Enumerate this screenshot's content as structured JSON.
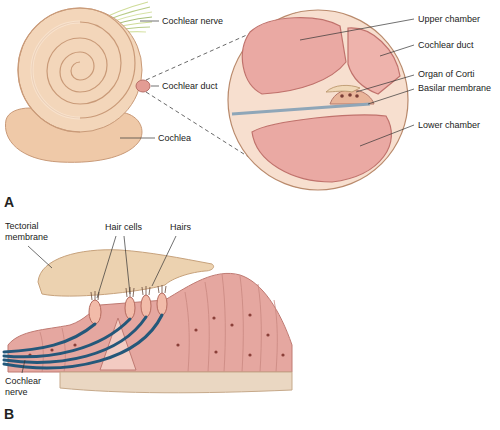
{
  "diagram": {
    "labels": [
      "Cochlear nerve",
      "Cochlear duct",
      "Cochlea",
      "Upper chamber",
      "Cochlear duct",
      "Organ of Corti",
      "Basilar membrane",
      "Lower chamber",
      "A",
      "Tectorial membrane",
      "Hair cells",
      "Hairs",
      "Cochlear nerve",
      "B"
    ]
  }
}
